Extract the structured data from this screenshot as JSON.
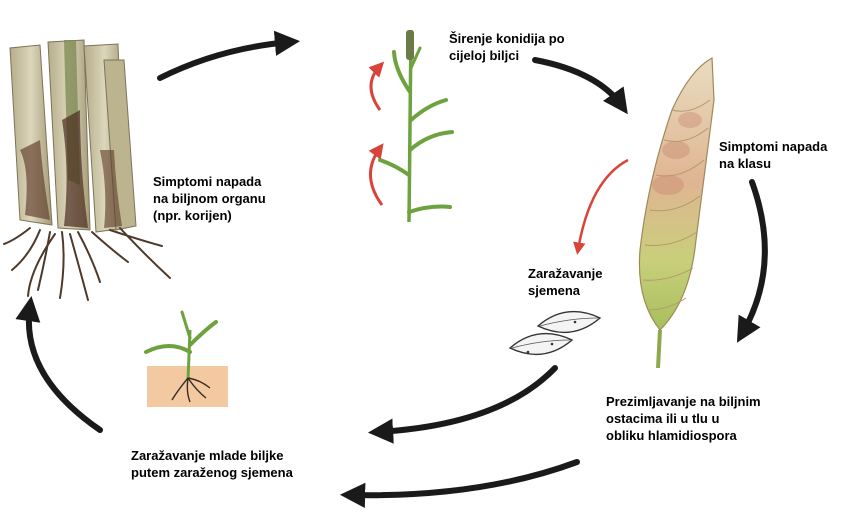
{
  "labels": {
    "symptoms_organ": [
      "Simptomi napada",
      "na biljnom organu",
      "(npr. korijen)"
    ],
    "spread": [
      "Širenje konidija po",
      "cijeloj biljci"
    ],
    "symptoms_ear": [
      "Simptomi napada",
      "na klasu"
    ],
    "seed_infection": [
      "Zaražavanje",
      "sjemena"
    ],
    "overwinter": [
      "Prezimljavanje na biljnim",
      "ostacima ili u tlu u",
      "obliku hlamidiospora"
    ],
    "young_plant": [
      "Zaražavanje mlade biljke",
      "putem zaraženog sjemena"
    ]
  },
  "colors": {
    "cycle_arrow": "#1a1a1a",
    "spread_arrow": "#d9443a",
    "soil": "#f2c9a0",
    "leaf": "#6ea23f",
    "stem_base": "#c9c1a2",
    "ear": "#d8c77a"
  }
}
